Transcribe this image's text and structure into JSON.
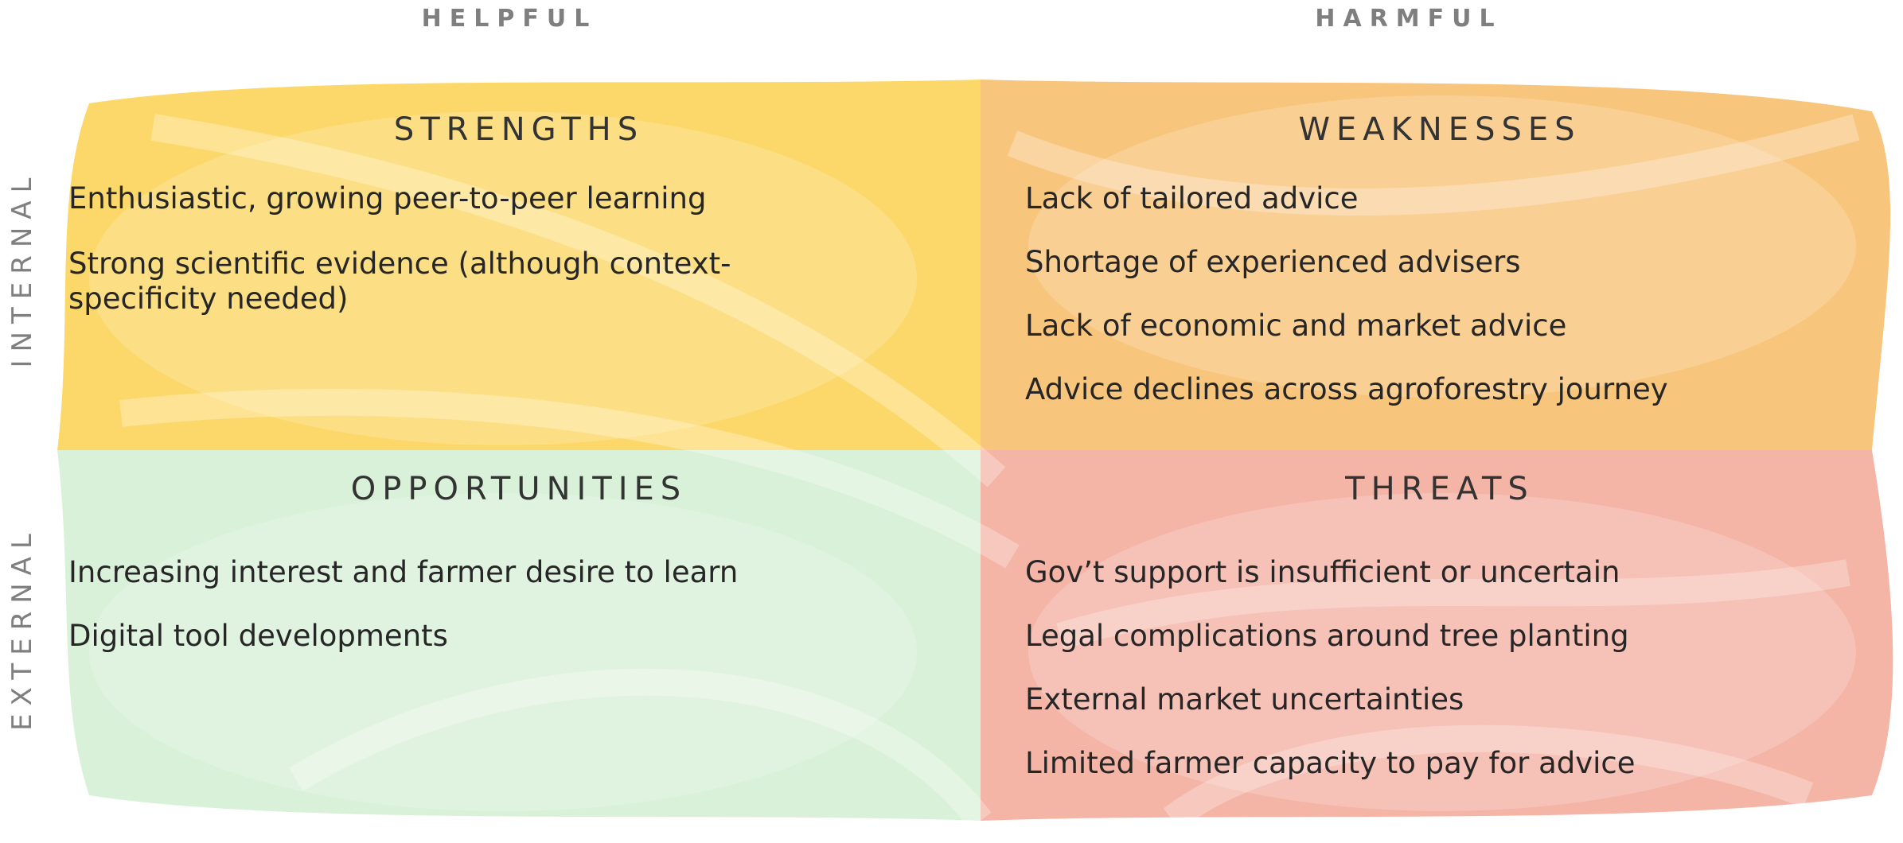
{
  "columns": {
    "helpful": "HELPFUL",
    "harmful": "HARMFUL"
  },
  "rows": {
    "internal": "INTERNAL",
    "external": "EXTERNAL"
  },
  "quadrants": {
    "strengths": {
      "title": "STRENGTHS",
      "color": "#fcd86a",
      "items": [
        "Enthusiastic, growing peer-to-peer learning",
        "Strong scientific evidence (although context-specificity needed)"
      ]
    },
    "weaknesses": {
      "title": "WEAKNESSES",
      "color": "#f8c57d",
      "items": [
        "Lack of tailored advice",
        "Shortage of experienced advisers",
        "Lack of economic and market advice",
        "Advice declines across agroforestry journey"
      ]
    },
    "opportunities": {
      "title": "OPPORTUNITIES",
      "color": "#daf1d9",
      "items": [
        "Increasing interest and farmer desire to learn",
        "Digital tool developments"
      ]
    },
    "threats": {
      "title": "THREATS",
      "color": "#f4b4a6",
      "items": [
        "Gov’t support is insufficient or uncertain",
        "Legal complications around tree planting",
        "External market uncertainties",
        "Limited farmer capacity to pay for advice"
      ]
    }
  }
}
